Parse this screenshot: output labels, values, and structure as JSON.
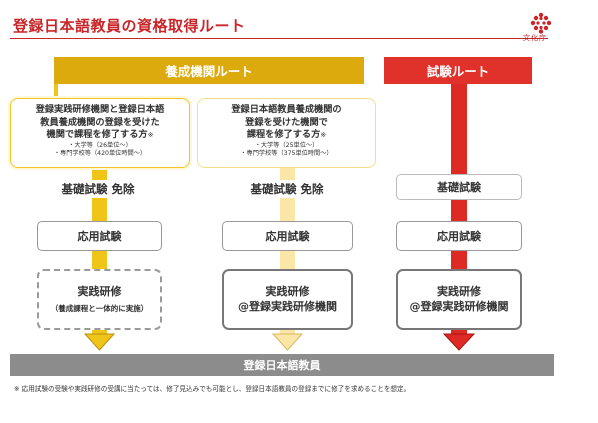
{
  "title": "登録日本語教員の資格取得ルート",
  "logo": {
    "text": "文化庁",
    "icon": "bunkacho-logo-icon",
    "color": "#c9262a"
  },
  "colors": {
    "accent": "#c9262a",
    "yousei": "#dcaa0c",
    "shiken": "#e0312a",
    "footer": "#8c8c8c"
  },
  "routes": {
    "yousei": {
      "label": "養成機関ルート"
    },
    "shiken": {
      "label": "試験ルート"
    }
  },
  "columns": {
    "left": {
      "box": {
        "lines": [
          "登録実践研修機関と登録日本語",
          "教員養成機関の登録を受けた",
          "機関で課程を修了する方"
        ],
        "mark": "※",
        "sub": [
          "・大学等（26単位～）",
          "・専門学校等（420単位時間～）"
        ]
      },
      "kiso": "基礎試験 免除",
      "ouyou": "応用試験",
      "jissen": {
        "line1": "実践研修",
        "line2": "（養成課程と一体的に実施）"
      }
    },
    "middle": {
      "box": {
        "lines": [
          "登録日本語教員養成機関の",
          "登録を受けた機関で",
          "課程を修了する方"
        ],
        "mark": "※",
        "sub": [
          "・大学等（25単位～）",
          "・専門学校等（375単位時間～）"
        ]
      },
      "kiso": "基礎試験 免除",
      "ouyou": "応用試験",
      "jissen": {
        "line1": "実践研修",
        "line2": "@登録実践研修機関"
      }
    },
    "right": {
      "kiso": "基礎試験",
      "ouyou": "応用試験",
      "jissen": {
        "line1": "実践研修",
        "line2": "@登録実践研修機関"
      }
    }
  },
  "result": "登録日本語教員",
  "footnote": "※ 応用試験の受験や実践研修の受講に当たっては、修了見込みでも可能とし、登録日本語教員の登録までに修了を求めることを想定。"
}
